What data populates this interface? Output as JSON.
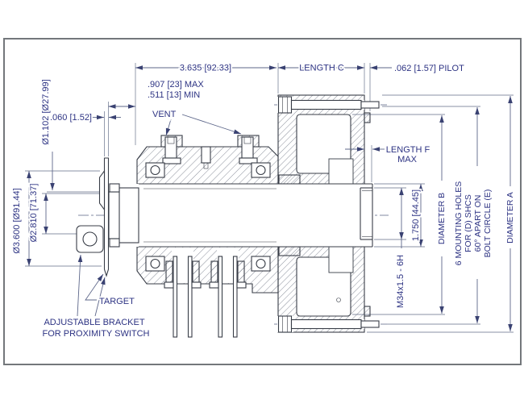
{
  "drawing": {
    "type": "mechanical-cross-section",
    "colors": {
      "text": "#2d3383",
      "part_line": "#383d47",
      "dimension_line": "#5d678a",
      "extension_line": "#8a92a6",
      "frame": "#73777b",
      "background": "#ffffff"
    },
    "labels": {
      "dim_3635": "3.635 [92.33]",
      "length_c": "LENGTH C",
      "pilot": ".062 [1.57] PILOT",
      "dim_907_max": ".907 [23] MAX",
      "dim_511_min": ".511 [13] MIN",
      "vent": "VENT",
      "dim_060": ".060 [1.52]",
      "dia_1102": "Ø1.102 [Ø27.99]",
      "dia_3600": "Ø3.600 [Ø91.44]",
      "dia_2810": "Ø2.810 [71.37]",
      "length_f_line1": "LENGTH F",
      "length_f_line2": "MAX",
      "dim_1750": "1.750 [44.45]",
      "thread_m34": "M34x1.5 - 6H",
      "diameter_b": "DIAMETER B",
      "mounting_line1": "6 MOUNTING HOLES",
      "mounting_line2": "FOR (D) SHCS",
      "mounting_line3": "60° APART ON",
      "mounting_line4": "BOLT CIRCLE (E)",
      "diameter_a": "DIAMETER A",
      "target": "TARGET",
      "bracket_line1": "ADJUSTABLE BRACKET",
      "bracket_line2": "FOR PROXIMITY SWITCH"
    }
  }
}
